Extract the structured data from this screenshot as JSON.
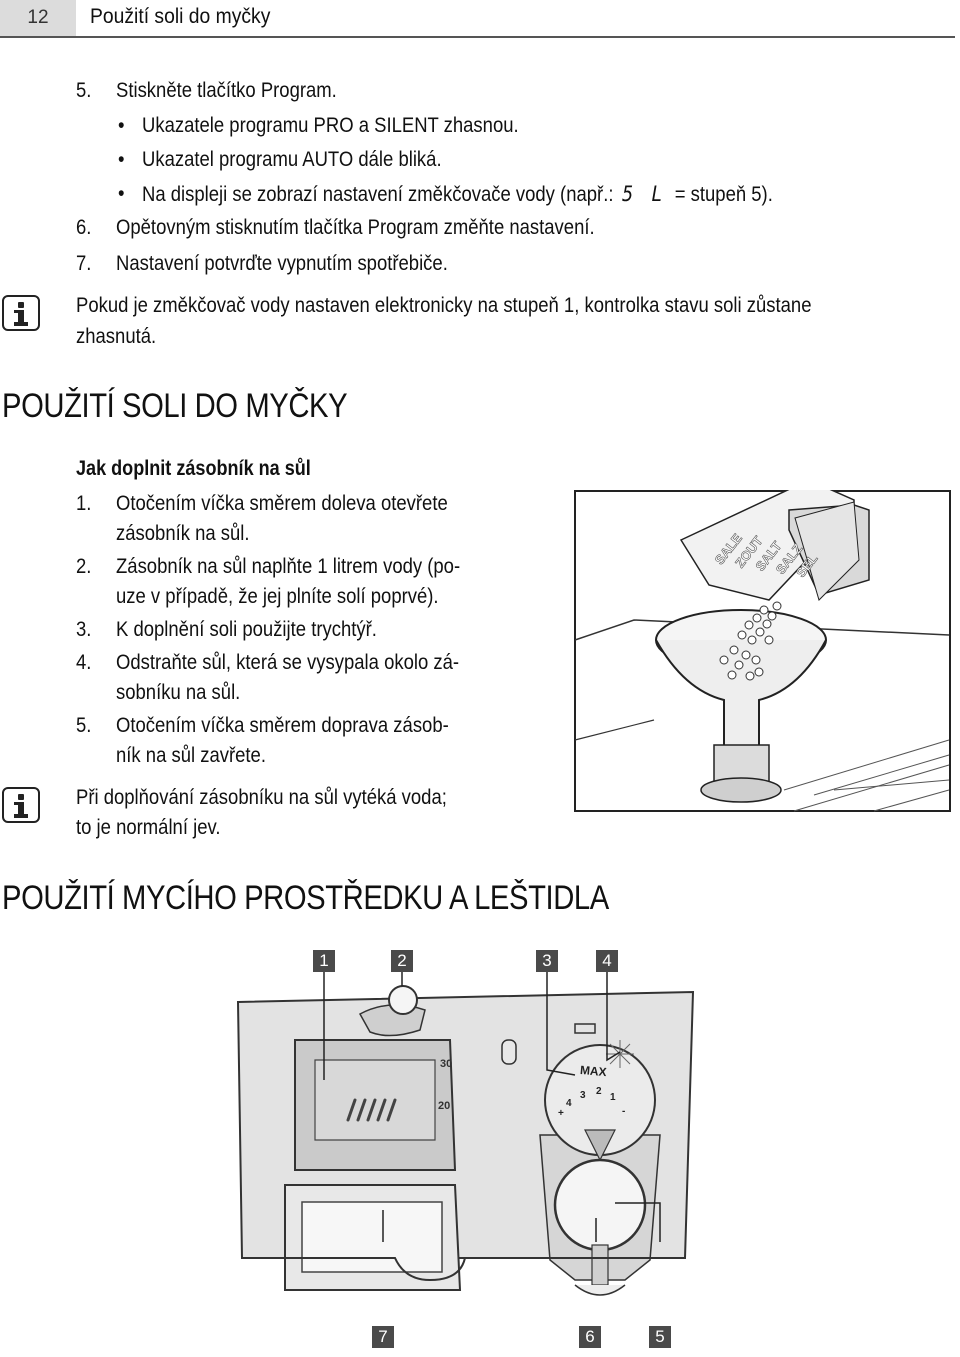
{
  "header": {
    "page_number": "12",
    "title": "Použití soli do myčky"
  },
  "steps_top": [
    {
      "num": "5.",
      "text": "Stiskněte tlačítko Program."
    },
    {
      "num": "6.",
      "text": "Opětovným stisknutím tlačítka Program změňte nastavení."
    },
    {
      "num": "7.",
      "text": "Nastavení potvrďte vypnutím spotřebiče."
    }
  ],
  "bullets": [
    {
      "text": "Ukazatele programu PRO a SILENT zhasnou."
    },
    {
      "text": "Ukazatel programu AUTO dále bliká."
    },
    {
      "text_before": "Na displeji se zobrazí nastavení změkčovače vody (např.: ",
      "display": "5 L",
      "text_after": " = stupeň 5)."
    }
  ],
  "bullet_symbol": "•",
  "note1": {
    "line1": "Pokud je změkčovač vody nastaven elektronicky na stupeň 1, kontrolka stavu soli zůstane",
    "line2": "zhasnutá."
  },
  "section1": {
    "title": "POUŽITÍ SOLI DO MYČKY",
    "subtitle": "Jak doplnit zásobník na sůl",
    "steps": [
      {
        "num": "1.",
        "lines": [
          "Otočením víčka směrem doleva otevřete",
          "zásobník na sůl."
        ]
      },
      {
        "num": "2.",
        "lines": [
          "Zásobník na sůl naplňte 1 litrem vody (po-",
          "uze v případě, že jej plníte solí poprvé)."
        ]
      },
      {
        "num": "3.",
        "lines": [
          "K doplnění soli použijte trychtýř."
        ]
      },
      {
        "num": "4.",
        "lines": [
          "Odstraňte sůl, která se vysypala okolo zá-",
          "sobníku na sůl."
        ]
      },
      {
        "num": "5.",
        "lines": [
          "Otočením víčka směrem doprava zásob-",
          "ník na sůl zavřete."
        ]
      }
    ],
    "note": {
      "line1": "Při doplňování zásobníku na sůl vytéká voda;",
      "line2": "to je normální jev."
    },
    "salt_pack_labels": [
      "SALE",
      "ZOUT",
      "SALT",
      "SALZ",
      "SEL"
    ]
  },
  "section2": {
    "title": "POUŽITÍ MYCÍHO PROSTŘEDKU A LEŠTIDLA",
    "callouts": [
      "1",
      "2",
      "3",
      "4",
      "5",
      "6",
      "7"
    ],
    "scale_labels": [
      "30",
      "20"
    ],
    "dial_labels": [
      "MAX",
      "4",
      "3",
      "2",
      "1",
      "+",
      "-"
    ]
  }
}
